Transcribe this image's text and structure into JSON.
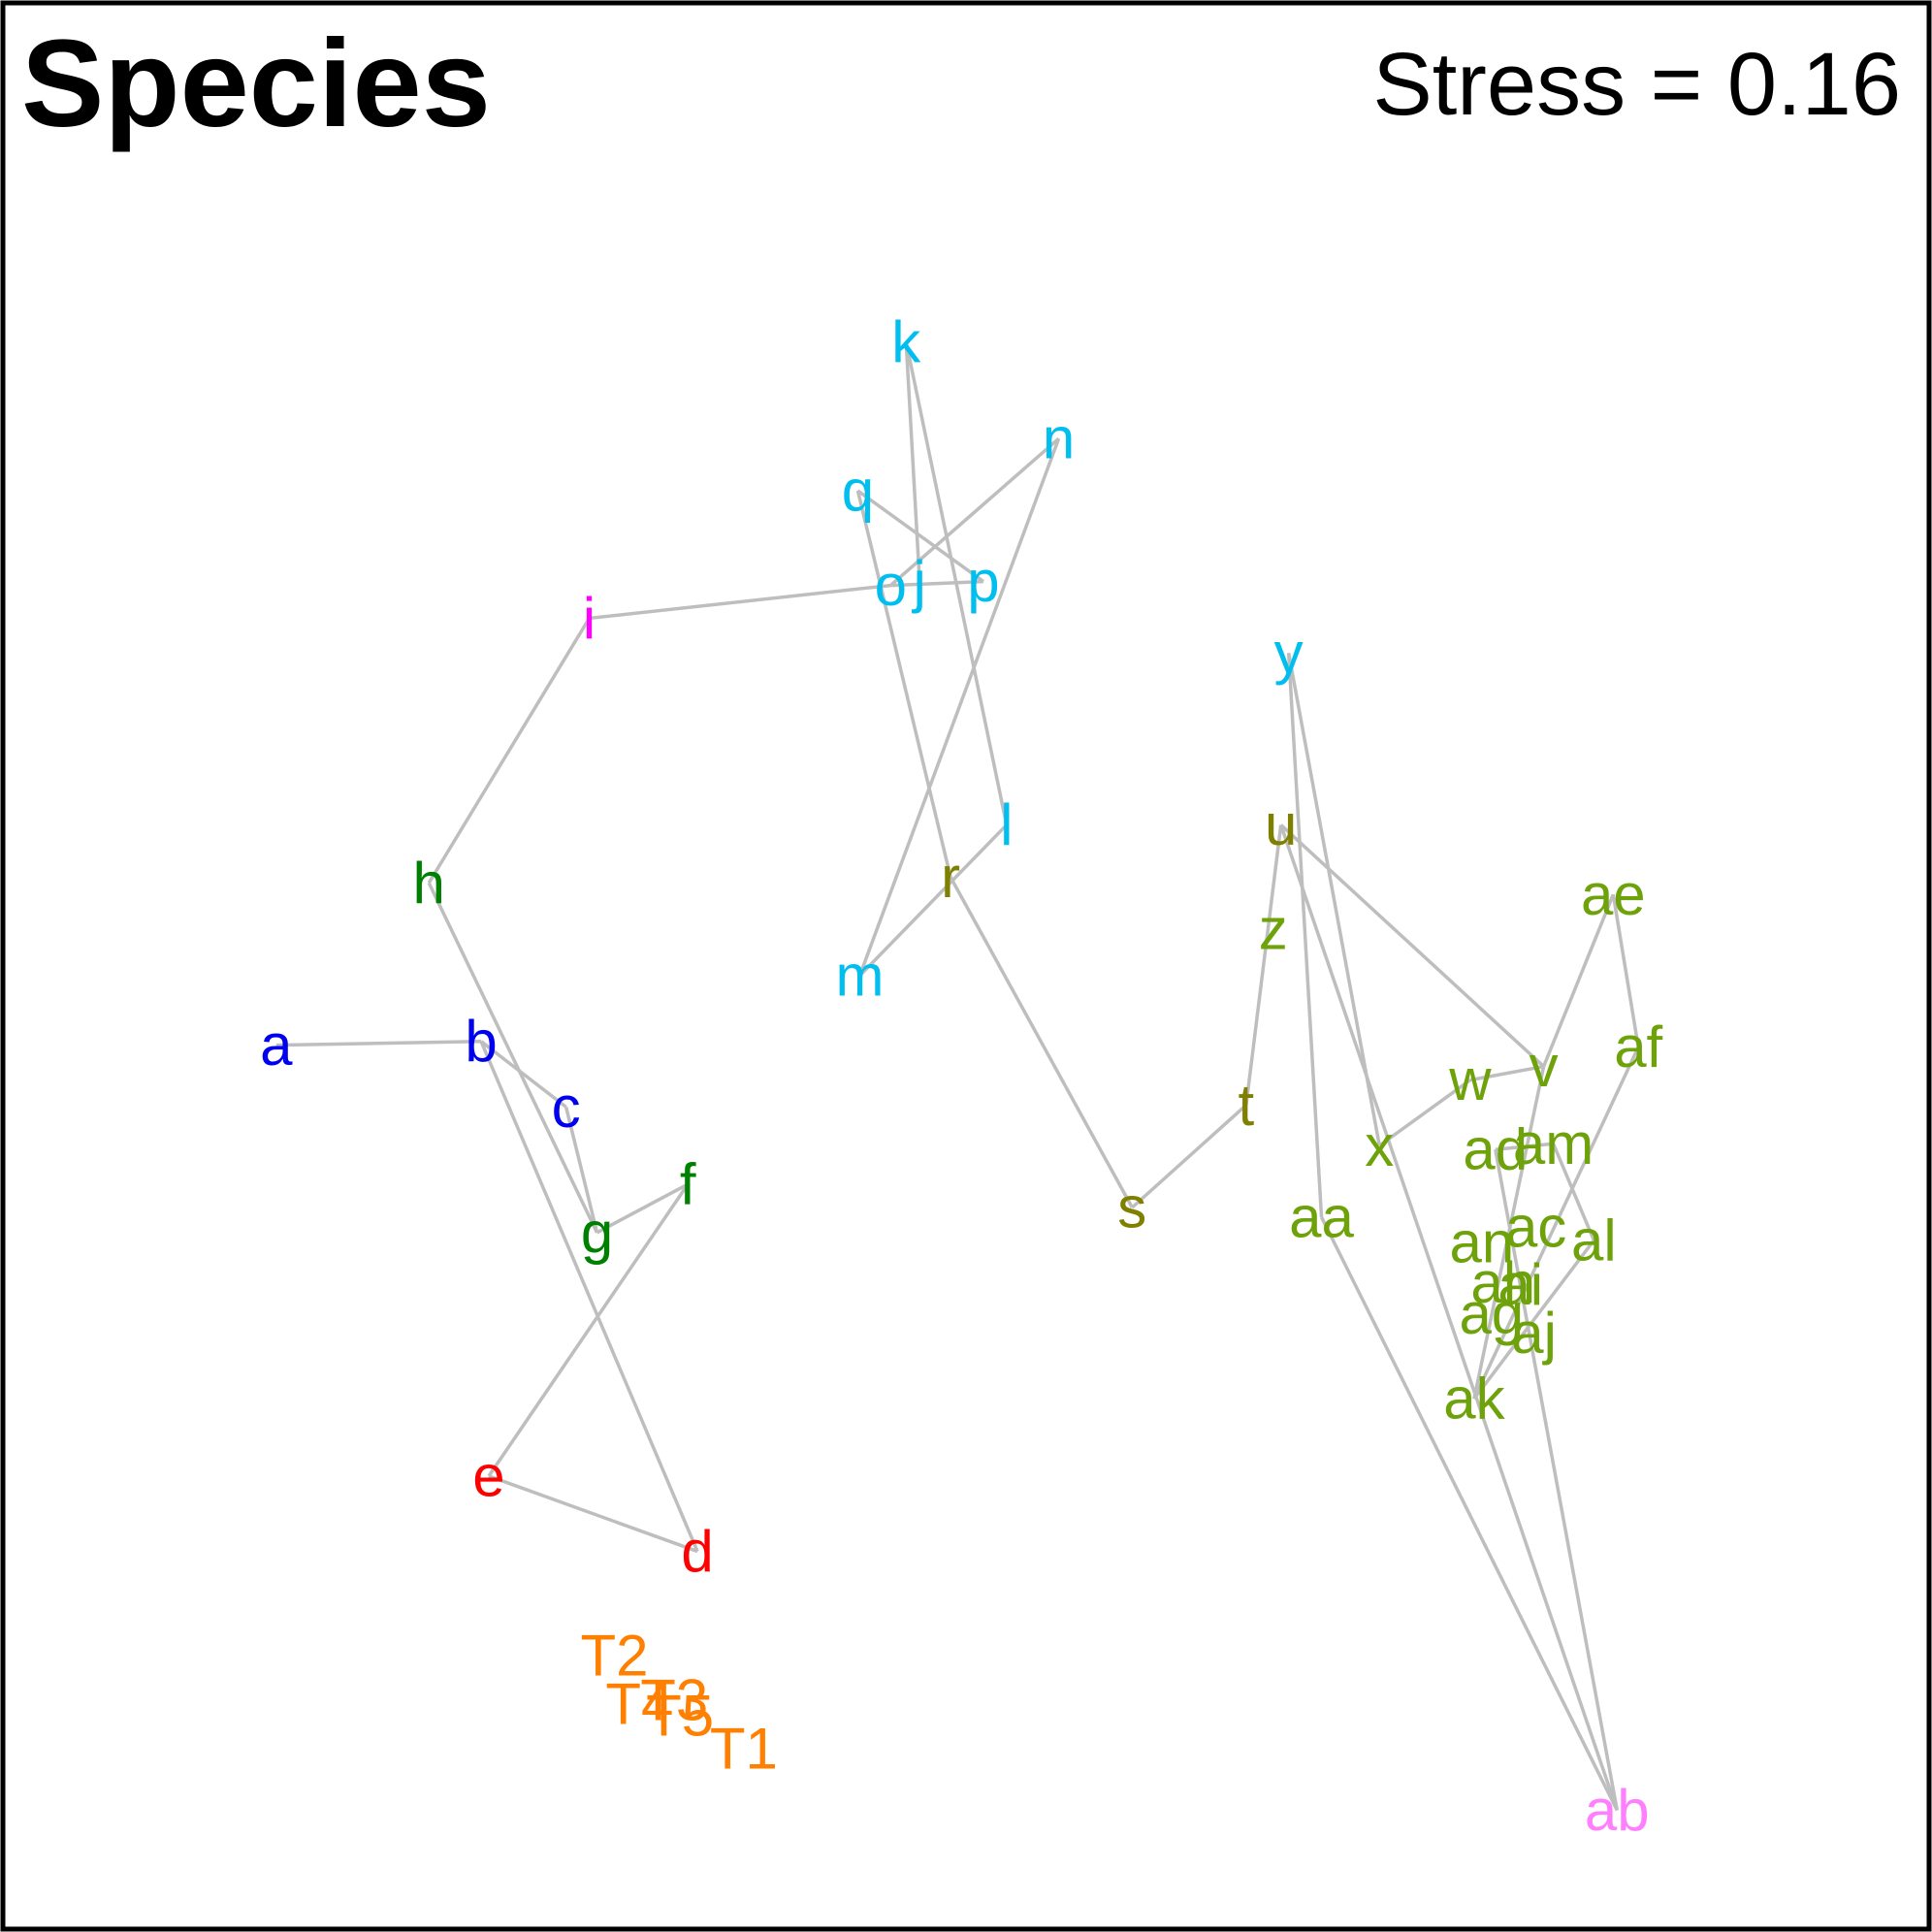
{
  "chart_data": {
    "type": "scatter",
    "title": "Species",
    "annotation": {
      "label": "Stress",
      "text": "Stress = 0.16",
      "value": 0.16
    },
    "xlim": [
      0,
      1
    ],
    "ylim": [
      0,
      1
    ],
    "grid": false,
    "axes_visible": false,
    "colors": {
      "blue": "#0000ee",
      "green": "#008000",
      "red": "#ff0000",
      "magenta": "#ff00ff",
      "cyan": "#00bfef",
      "olive": "#808000",
      "yellowgreen": "#6ea20a",
      "pink": "#ff80ff",
      "orange": "#ff8000",
      "edge": "#bebebe"
    },
    "points": [
      {
        "label": "a",
        "x": 0.143,
        "y": 0.459,
        "color": "blue"
      },
      {
        "label": "b",
        "x": 0.249,
        "y": 0.461,
        "color": "blue"
      },
      {
        "label": "c",
        "x": 0.293,
        "y": 0.427,
        "color": "blue"
      },
      {
        "label": "d",
        "x": 0.361,
        "y": 0.197,
        "color": "red"
      },
      {
        "label": "e",
        "x": 0.253,
        "y": 0.236,
        "color": "red"
      },
      {
        "label": "f",
        "x": 0.356,
        "y": 0.387,
        "color": "green"
      },
      {
        "label": "g",
        "x": 0.309,
        "y": 0.362,
        "color": "green"
      },
      {
        "label": "h",
        "x": 0.222,
        "y": 0.543,
        "color": "green"
      },
      {
        "label": "i",
        "x": 0.305,
        "y": 0.68,
        "color": "magenta"
      },
      {
        "label": "j",
        "x": 0.476,
        "y": 0.699,
        "color": "cyan"
      },
      {
        "label": "k",
        "x": 0.469,
        "y": 0.823,
        "color": "cyan"
      },
      {
        "label": "l",
        "x": 0.521,
        "y": 0.573,
        "color": "cyan"
      },
      {
        "label": "m",
        "x": 0.445,
        "y": 0.495,
        "color": "cyan"
      },
      {
        "label": "n",
        "x": 0.548,
        "y": 0.773,
        "color": "cyan"
      },
      {
        "label": "o",
        "x": 0.461,
        "y": 0.697,
        "color": "cyan"
      },
      {
        "label": "p",
        "x": 0.509,
        "y": 0.699,
        "color": "cyan"
      },
      {
        "label": "q",
        "x": 0.444,
        "y": 0.746,
        "color": "cyan"
      },
      {
        "label": "r",
        "x": 0.492,
        "y": 0.546,
        "color": "olive"
      },
      {
        "label": "s",
        "x": 0.586,
        "y": 0.375,
        "color": "olive"
      },
      {
        "label": "t",
        "x": 0.645,
        "y": 0.428,
        "color": "olive"
      },
      {
        "label": "u",
        "x": 0.663,
        "y": 0.573,
        "color": "olive"
      },
      {
        "label": "v",
        "x": 0.799,
        "y": 0.448,
        "color": "yellowgreen"
      },
      {
        "label": "w",
        "x": 0.761,
        "y": 0.441,
        "color": "yellowgreen"
      },
      {
        "label": "x",
        "x": 0.714,
        "y": 0.407,
        "color": "yellowgreen"
      },
      {
        "label": "y",
        "x": 0.667,
        "y": 0.662,
        "color": "cyan"
      },
      {
        "label": "z",
        "x": 0.659,
        "y": 0.519,
        "color": "yellowgreen"
      },
      {
        "label": "aa",
        "x": 0.684,
        "y": 0.37,
        "color": "yellowgreen"
      },
      {
        "label": "ab",
        "x": 0.837,
        "y": 0.063,
        "color": "pink"
      },
      {
        "label": "ac",
        "x": 0.795,
        "y": 0.365,
        "color": "yellowgreen"
      },
      {
        "label": "ad",
        "x": 0.774,
        "y": 0.405,
        "color": "yellowgreen"
      },
      {
        "label": "ae",
        "x": 0.835,
        "y": 0.537,
        "color": "yellowgreen"
      },
      {
        "label": "af",
        "x": 0.848,
        "y": 0.458,
        "color": "yellowgreen"
      },
      {
        "label": "ag",
        "x": 0.772,
        "y": 0.32,
        "color": "yellowgreen"
      },
      {
        "label": "ah",
        "x": 0.778,
        "y": 0.336,
        "color": "yellowgreen"
      },
      {
        "label": "ai",
        "x": 0.787,
        "y": 0.335,
        "color": "yellowgreen"
      },
      {
        "label": "aj",
        "x": 0.794,
        "y": 0.31,
        "color": "yellowgreen"
      },
      {
        "label": "ak",
        "x": 0.763,
        "y": 0.276,
        "color": "yellowgreen"
      },
      {
        "label": "al",
        "x": 0.825,
        "y": 0.358,
        "color": "yellowgreen"
      },
      {
        "label": "am",
        "x": 0.804,
        "y": 0.408,
        "color": "yellowgreen"
      },
      {
        "label": "an",
        "x": 0.767,
        "y": 0.357,
        "color": "yellowgreen"
      },
      {
        "label": "T2",
        "x": 0.318,
        "y": 0.143,
        "color": "orange"
      },
      {
        "label": "T4",
        "x": 0.331,
        "y": 0.118,
        "color": "orange"
      },
      {
        "label": "T3",
        "x": 0.349,
        "y": 0.12,
        "color": "orange"
      },
      {
        "label": "T5",
        "x": 0.352,
        "y": 0.112,
        "color": "orange"
      },
      {
        "label": "T1",
        "x": 0.385,
        "y": 0.095,
        "color": "orange"
      }
    ],
    "edges": [
      [
        "a",
        "b"
      ],
      [
        "b",
        "c"
      ],
      [
        "b",
        "d"
      ],
      [
        "c",
        "g"
      ],
      [
        "g",
        "f"
      ],
      [
        "f",
        "e"
      ],
      [
        "e",
        "d"
      ],
      [
        "g",
        "h"
      ],
      [
        "h",
        "i"
      ],
      [
        "i",
        "o"
      ],
      [
        "o",
        "p"
      ],
      [
        "p",
        "q"
      ],
      [
        "q",
        "r"
      ],
      [
        "o",
        "n"
      ],
      [
        "n",
        "m"
      ],
      [
        "m",
        "l"
      ],
      [
        "l",
        "k"
      ],
      [
        "k",
        "j"
      ],
      [
        "r",
        "s"
      ],
      [
        "s",
        "t"
      ],
      [
        "t",
        "u"
      ],
      [
        "u",
        "v"
      ],
      [
        "u",
        "ab"
      ],
      [
        "y",
        "x"
      ],
      [
        "y",
        "aa"
      ],
      [
        "aa",
        "ab"
      ],
      [
        "x",
        "w"
      ],
      [
        "w",
        "v"
      ],
      [
        "v",
        "ae"
      ],
      [
        "ae",
        "af"
      ],
      [
        "af",
        "ak"
      ],
      [
        "v",
        "ak"
      ],
      [
        "ad",
        "am"
      ],
      [
        "am",
        "al"
      ],
      [
        "al",
        "ak"
      ],
      [
        "ad",
        "ab"
      ]
    ]
  }
}
